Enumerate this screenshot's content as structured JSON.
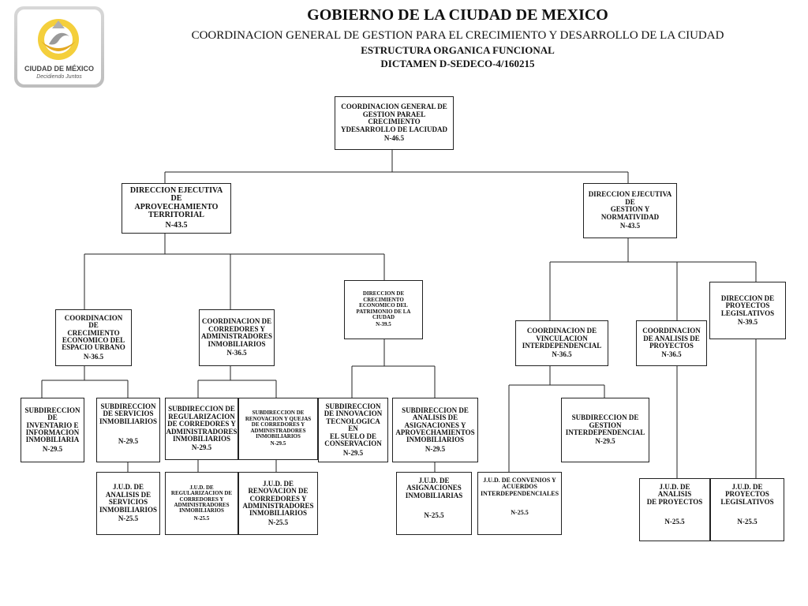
{
  "header": {
    "title": "GOBIERNO DE LA CIUDAD DE MEXICO",
    "subtitle": "COORDINACION GENERAL DE GESTION PARA EL CRECIMIENTO Y DESARROLLO DE LA CIUDAD",
    "structure": "ESTRUCTURA ORGANICA FUNCIONAL",
    "dictamen": "DICTAMEN D-SEDECO-4/160215"
  },
  "logo": {
    "name": "CIUDAD DE MÉXICO",
    "tagline": "Decidiendo Juntos"
  },
  "org": {
    "root": {
      "title": "COORDINACION GENERAL DE\nGESTION PARAEL CRECIMIENTO\nYDESARROLLO DE LACIUDAD",
      "level": "N-46.5"
    },
    "dir_aprov": {
      "title": "DIRECCION EJECUTIVA DE\nAPROVECHAMIENTO\nTERRITORIAL",
      "level": "N-43.5"
    },
    "dir_gestion": {
      "title": "DIRECCION EJECUTIVA DE\nGESTION Y\nNORMATIVIDAD",
      "level": "N-43.5"
    },
    "coord_crec": {
      "title": "COORDINACION DE\nCRECIMIENTO\nECONOMICO DEL\nESPACIO URBANO",
      "level": "N-36.5"
    },
    "coord_corr": {
      "title": "COORDINACION DE\nCORREDORES Y\nADMINISTRADORES\nINMOBILIARIOS",
      "level": "N-36.5"
    },
    "dir_crec_pat": {
      "title": "DIRECCION DE\nCRECIMIENTO\nECONOMICO DEL\nPATRIMONIO DE LA\nCIUDAD",
      "level": "N-39.5"
    },
    "coord_vinc": {
      "title": "COORDINACION DE\nVINCULACION\nINTERDEPENDENCIAL",
      "level": "N-36.5"
    },
    "coord_analisis": {
      "title": "COORDINACION\nDE ANALISIS DE\nPROYECTOS",
      "level": "N-36.5"
    },
    "dir_proy_leg": {
      "title": "DIRECCION DE\nPROYECTOS\nLEGISLATIVOS",
      "level": "N-39.5"
    },
    "sub_inventario": {
      "title": "SUBDIRECCION\nDE\nINVENTARIO E\nINFORMACION\nINMOBILIARIA",
      "level": "N-29.5"
    },
    "sub_servicios": {
      "title": "SUBDIRECCION\nDE SERVICIOS\nINMOBILIARIOS",
      "level": "N-29.5"
    },
    "sub_regularizacion": {
      "title": "SUBDIRECCION DE\nREGULARIZACION\nDE CORREDORES Y\nADMINISTRADORES\nINMOBILIARIOS",
      "level": "N-29.5"
    },
    "sub_renovacion": {
      "title": "SUBDIRECCION DE\nRENOVACION Y QUEJAS\nDE CORREDORES Y\nADMINISTRADORES\nINMOBILIARIOS",
      "level": "N-29.5"
    },
    "sub_innovacion": {
      "title": "SUBDIRECCION\nDE INNOVACION\nTECNOLOGICA EN\nEL SUELO DE\nCONSERVACION",
      "level": "N-29.5"
    },
    "sub_analisis_asig": {
      "title": "SUBDIRECCION DE\nANALISIS DE\nASIGNACIONES Y\nAPROVECHAMIENTOS\nINMOBILIARIOS",
      "level": "N-29.5"
    },
    "sub_gestion_inter": {
      "title": "SUBDIRECCION DE\nGESTION\nINTERDEPENDENCIAL",
      "level": "N-29.5"
    },
    "jud_servicios": {
      "title": "J.U.D. DE\nANALISIS DE\nSERVICIOS\nINMOBILIARIOS",
      "level": "N-25.5"
    },
    "jud_regularizacion": {
      "title": "J.U.D. DE\nREGULARIZACION DE\nCORREDORES Y\nADMINISTRADORES\nINMOBILIARIOS",
      "level": "N-25.5"
    },
    "jud_renovacion": {
      "title": "J.U.D. DE\nRENOVACION DE\nCORREDORES Y\nADMINISTRADORES\nINMOBILIARIOS",
      "level": "N-25.5"
    },
    "jud_asignaciones": {
      "title": "J.U.D. DE\nASIGNACIONES\nINMOBILIARIAS",
      "level": "N-25.5"
    },
    "jud_convenios": {
      "title": "J.U.D. DE CONVENIOS Y\nACUERDOS\nINTERDEPENDENCIALES",
      "level": "N-25.5"
    },
    "jud_analisis_proy": {
      "title": "J.U.D. DE ANALISIS\nDE PROYECTOS",
      "level": "N-25.5"
    },
    "jud_proy_leg": {
      "title": "J.U.D. DE\nPROYECTOS\nLEGISLATIVOS",
      "level": "N-25.5"
    }
  }
}
